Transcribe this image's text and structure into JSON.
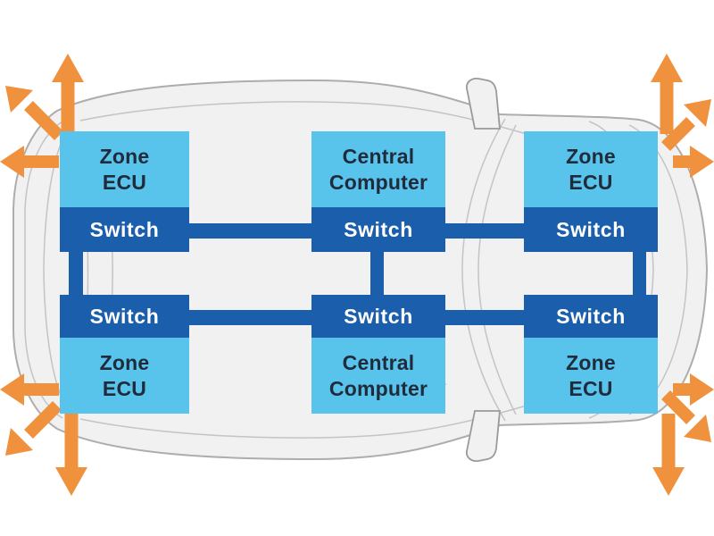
{
  "units": [
    {
      "id": "top-left",
      "main_line1": "Zone",
      "main_line2": "ECU",
      "switch_label": "Switch"
    },
    {
      "id": "top-center",
      "main_line1": "Central",
      "main_line2": "Computer",
      "switch_label": "Switch"
    },
    {
      "id": "top-right",
      "main_line1": "Zone",
      "main_line2": "ECU",
      "switch_label": "Switch"
    },
    {
      "id": "bottom-left",
      "main_line1": "Zone",
      "main_line2": "ECU",
      "switch_label": "Switch"
    },
    {
      "id": "bottom-center",
      "main_line1": "Central",
      "main_line2": "Computer",
      "switch_label": "Switch"
    },
    {
      "id": "bottom-right",
      "main_line1": "Zone",
      "main_line2": "ECU",
      "switch_label": "Switch"
    }
  ],
  "links": [
    {
      "from": "switch-top-left",
      "to": "switch-top-center"
    },
    {
      "from": "switch-top-center",
      "to": "switch-top-right"
    },
    {
      "from": "switch-bottom-left",
      "to": "switch-bottom-center"
    },
    {
      "from": "switch-bottom-center",
      "to": "switch-bottom-right"
    },
    {
      "from": "switch-top-left",
      "to": "switch-bottom-left"
    },
    {
      "from": "switch-top-center",
      "to": "switch-bottom-center"
    },
    {
      "from": "switch-top-right",
      "to": "switch-bottom-right"
    }
  ],
  "arrows": {
    "color": "#F0913D",
    "corners": [
      {
        "corner": "top-left",
        "directions": [
          "up",
          "up-left-diagonal",
          "left"
        ]
      },
      {
        "corner": "top-right",
        "directions": [
          "up",
          "up-right-diagonal",
          "right"
        ]
      },
      {
        "corner": "bottom-left",
        "directions": [
          "down",
          "down-left-diagonal",
          "left"
        ]
      },
      {
        "corner": "bottom-right",
        "directions": [
          "down",
          "down-right-diagonal",
          "right"
        ]
      }
    ]
  },
  "colors": {
    "light_blue": "#58C4EC",
    "dark_blue": "#1A5EAC",
    "orange": "#F0913D",
    "text_dark": "#202B3C",
    "switch_text": "#FFFFFF",
    "car_fill": "#F1F1F1",
    "car_stroke": "#ADADAD",
    "bg": "#FFFFFF"
  }
}
